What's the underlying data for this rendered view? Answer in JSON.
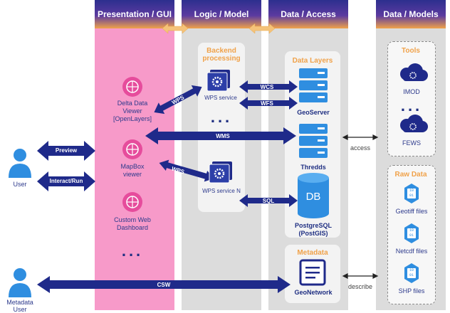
{
  "columns": {
    "presentation": "Presentation / GUI",
    "logic": "Logic / Model",
    "data_access": "Data / Access",
    "data_models": "Data / Models"
  },
  "users": {
    "user": "User",
    "metadata_user": "Metadata User"
  },
  "gui": {
    "delta_viewer": "Delta Data Viewer [OpenLayers]",
    "mapbox": "MapBox viewer",
    "custom": "Custom Web Dashboard",
    "more": "..."
  },
  "logic": {
    "backend": "Backend processing",
    "wps": "WPS service",
    "more": "...",
    "wps_n": "WPS service N"
  },
  "data_access": {
    "layers": "Data Layers",
    "geoserver": "GeoServer",
    "thredds": "Thredds",
    "postgres": "PostgreSQL (PostGIS)",
    "db": "DB",
    "metadata": "Metadata",
    "geonetwork": "GeoNetwork"
  },
  "data_models": {
    "tools": "Tools",
    "imod": "IMOD",
    "more": "...",
    "fews": "FEWS",
    "raw": "Raw Data",
    "geotiff": "Geotiff files",
    "netcdf": "Netcdf files",
    "shp": "SHP files",
    "file_icon_text": "10 01"
  },
  "arrows": {
    "preview": "Preview",
    "interact": "Interact/Run",
    "wps1": "WPS",
    "wps2": "WPS",
    "wcs": "WCS",
    "wfs": "WFS",
    "wms": "WMS",
    "sql": "SQL",
    "csw": "CSW",
    "access": "access",
    "describe": "describe"
  }
}
